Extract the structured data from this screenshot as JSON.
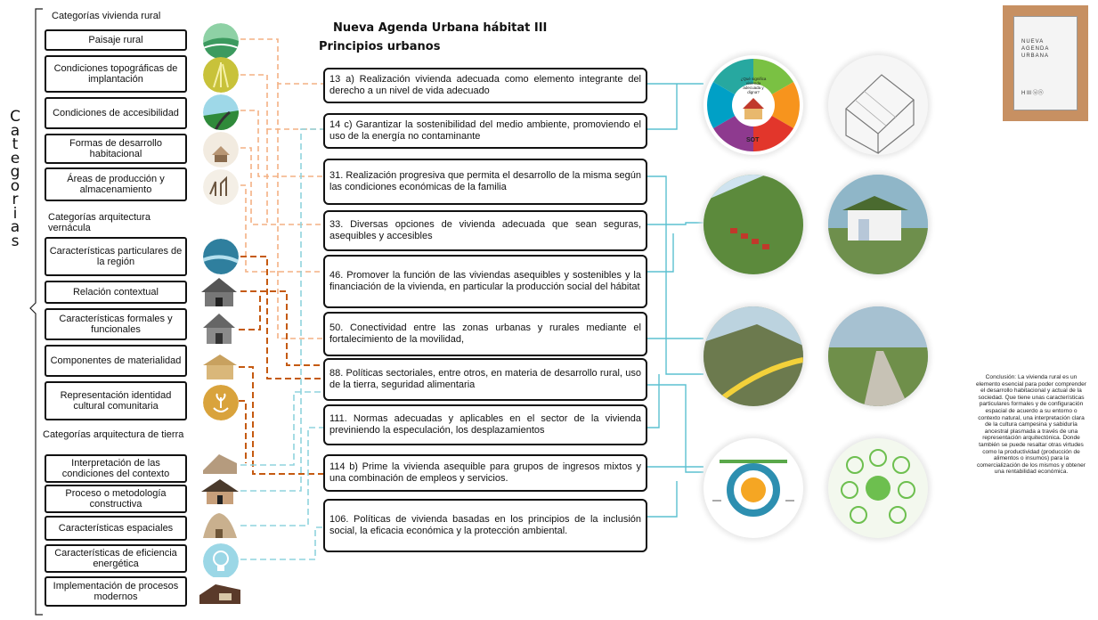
{
  "side_label": "Categorias",
  "header": {
    "title": "Nueva Agenda  Urbana hábitat III",
    "subtitle": "Principios urbanos"
  },
  "sections": {
    "rural": "Categorías vivienda rural",
    "vernacular": "Categorías arquitectura vernácula",
    "earth": "Categorías arquitectura de tierra"
  },
  "categories_rural": [
    "Paisaje rural",
    "Condiciones topográficas de implantación",
    "Condiciones de accesibilidad",
    "Formas de desarrollo habitacional",
    "Áreas de producción y almacenamiento"
  ],
  "categories_vernacular": [
    "Características particulares de la región",
    "Relación contextual",
    "Características formales y funcionales",
    "Componentes de materialidad",
    "Representación  identidad cultural comunitaria"
  ],
  "categories_earth": [
    "Interpretación de las condiciones del contexto",
    "Proceso o metodología constructiva",
    "Características espaciales",
    "Características de eficiencia energética",
    "Implementación de procesos modernos"
  ],
  "principles": [
    "13 a) Realización vivienda adecuada como elemento integrante del derecho a un nivel de vida adecuado",
    "14    c) Garantizar la sostenibilidad del medio ambiente, promoviendo el uso de la energía no contaminante",
    "31. Realización progresiva que permita el desarrollo de la misma según las condiciones económicas de la familia",
    "33. Diversas opciones de vivienda adecuada que sean seguras, asequibles y accesibles",
    "46. Promover la función de las viviendas asequibles y sostenibles y la financiación de la vivienda, en particular la producción social del hábitat",
    "50. Conectividad entre las zonas urbanas y rurales mediante el fortalecimiento de la movilidad,",
    "88. Políticas sectoriales, entre otros, en materia de desarrollo rural, uso de la tierra, seguridad alimentaria",
    "111. Normas adecuadas y aplicables en el sector de la vivienda previniendo la especulación, los desplazamientos",
    "114 b) Prime la vivienda asequible para grupos de ingresos mixtos y una combinación de empleos y servicios.",
    "106. Políticas de vivienda basadas en los principios de la inclusión social, la eficacia económica y la protección ambiental."
  ],
  "book": {
    "line1": "Nueva",
    "line2": "Agenda",
    "line3": "Urbana",
    "marks": "H III ⓤⓝ"
  },
  "infographic": {
    "question": "¿Qué significa vivienda adecuada y digna?",
    "brand": "SOT"
  },
  "conclusion": "Conclusión: La vivienda rural es un elemento esencial para poder comprender el desarrollo habitacional y actual de la sociedad.  Que tiene unas características particulares formales y de configuración espacial   de acuerdo a su entorno o contexto natural, una interpretación clara de la cultura campesina y sabiduría ancestral plasmada a través de una representación arquitectónica. Donde también se puede resaltar otras virtudes como la productividad (producción de alimentos o insumos) para la comercialización de los mismos y obtener una rentabilidad económica.",
  "colors": {
    "rural_link": "#f4b183",
    "vernacular_link": "#c55a11",
    "earth_link": "#8fd3de",
    "circle_link": "#5bc0d0",
    "box_border": "#111111"
  }
}
